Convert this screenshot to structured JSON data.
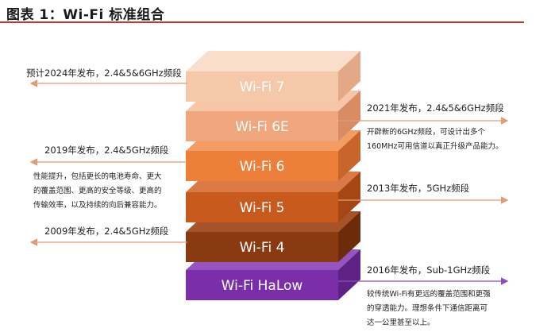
{
  "title": "图表 1：Wi-Fi 标准组合",
  "standards": [
    {
      "label": "Wi-Fi 7",
      "front": "#f4c8a8",
      "top": "#f9dfcb",
      "side": "#e3a987"
    },
    {
      "label": "Wi-Fi 6E",
      "front": "#f1a77e",
      "top": "#f7c6a6",
      "side": "#d98c63"
    },
    {
      "label": "Wi-Fi 6",
      "front": "#ec7f3a",
      "top": "#f39d65",
      "side": "#c8652b"
    },
    {
      "label": "Wi-Fi 5",
      "front": "#c85a1e",
      "top": "#db7a45",
      "side": "#a44714"
    },
    {
      "label": "Wi-Fi 4",
      "front": "#8a3a10",
      "top": "#a45428",
      "side": "#6c2c0b"
    },
    {
      "label": "Wi-Fi HaLow",
      "front": "#7a2fa8",
      "top": "#9554c0",
      "side": "#5e2285"
    }
  ],
  "annotations": {
    "wifi7": "预计2024年发布，2.4&5&6GHz频段",
    "wifi6e": "2021年发布，2.4&5&6GHz频段",
    "wifi6e_note": [
      "开辟新的6GHz频段，可设计出多个",
      "160MHz可用信道以真正升级产品能力。"
    ],
    "wifi6": "2019年发布，2.4&5GHz频段",
    "wifi6_note": [
      "性能提升，包括更长的电池寿命、更大",
      "的覆盖范围、更高的安全等级、更高的",
      "传输效率，以及持续的向后兼容能力。"
    ],
    "wifi5": "2013年发布，5GHz频段",
    "wifi4": "2009年发布，2.4&5GHz频段",
    "halow": "2016年发布，Sub-1GHz频段",
    "halow_note": [
      "较传统Wi-Fi有更远的覆盖范围和更强",
      "的穿透能力。理想条件下通信距离可",
      "达一公里甚至以上。"
    ]
  },
  "colors": {
    "arrow": "#e59a73",
    "arrow_halow": "#8a4fbf",
    "rule": "#c0392b"
  }
}
